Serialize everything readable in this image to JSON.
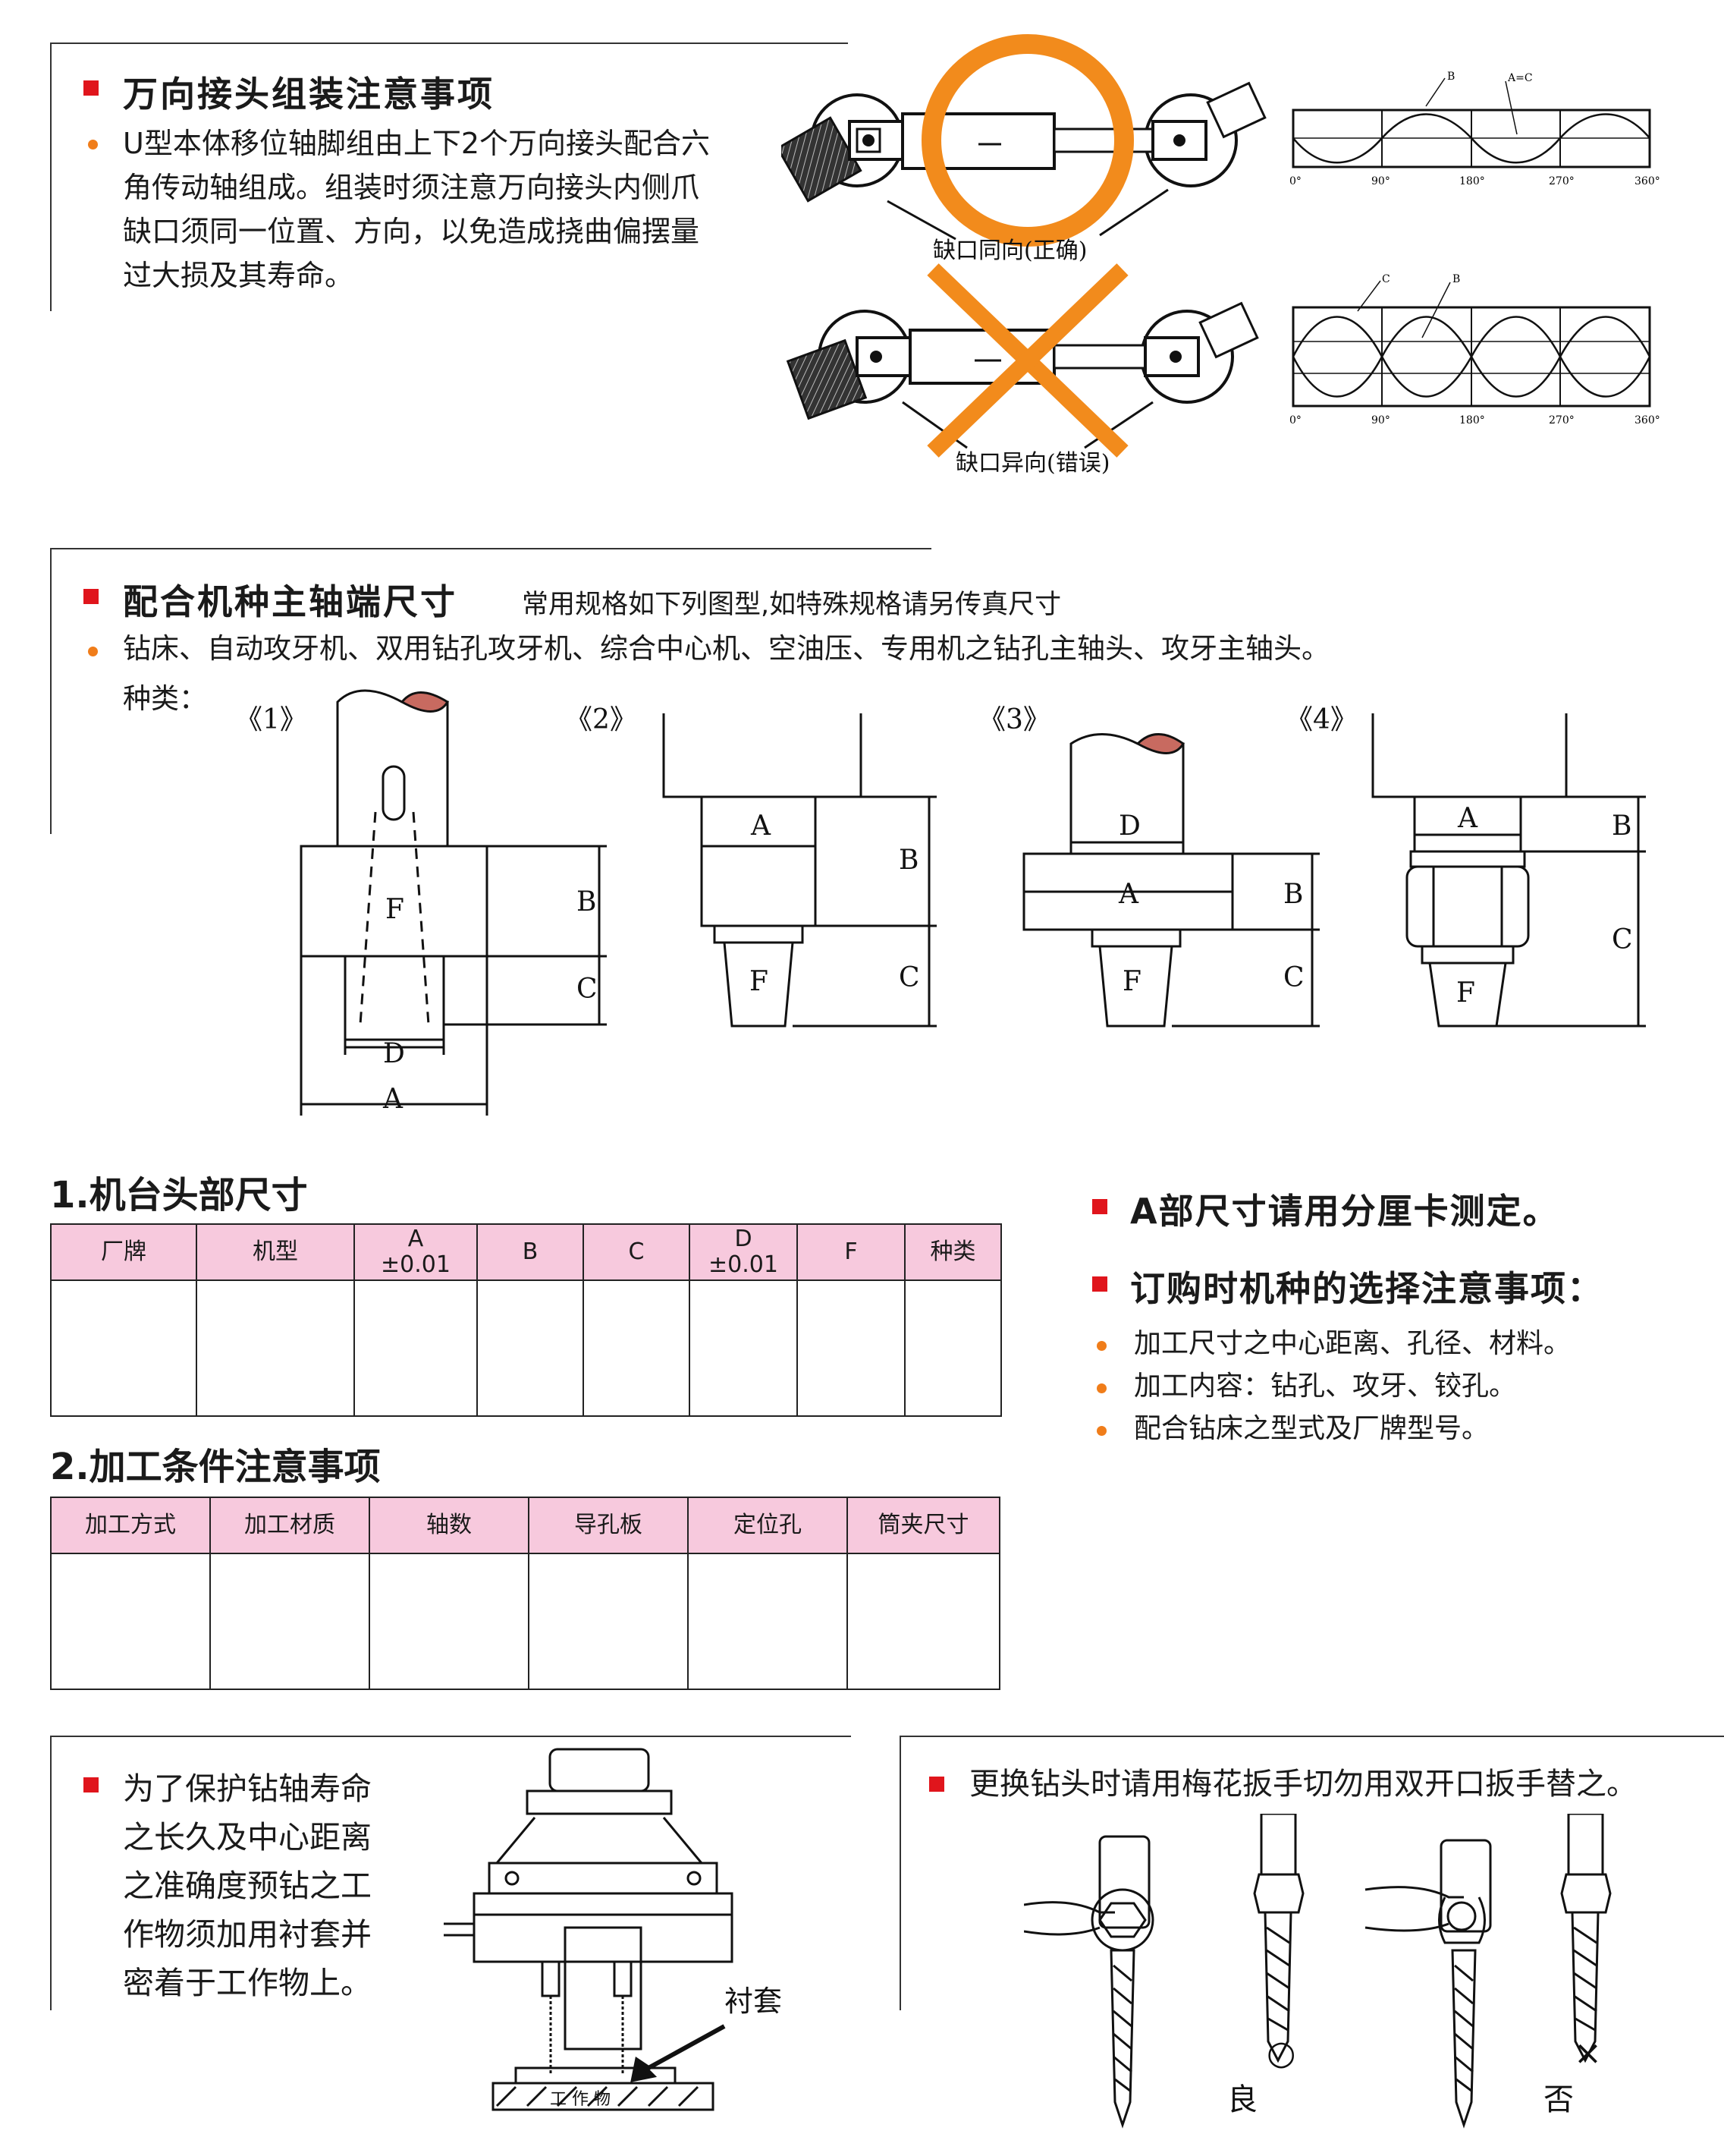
{
  "sec1": {
    "title": "万向接头组装注意事项",
    "lines": [
      "U型本体移位轴脚组由上下2个万向接头配合六",
      "角传动轴组成。组装时须注意万向接头内侧爪",
      "缺口须同一位置、方向，以免造成挠曲偏摆量",
      "过大损及其寿命。"
    ],
    "label_correct": "缺口同向(正确)",
    "label_wrong": "缺口异向(错误)",
    "wave_ticks": [
      "0°",
      "90°",
      "180°",
      "270°",
      "360°"
    ],
    "wave1_labels": [
      "B",
      "A=C"
    ],
    "wave2_labels": [
      "C",
      "B"
    ]
  },
  "sec2": {
    "title": "配合机种主轴端尺寸",
    "subtitle": "常用规格如下列图型,如特殊规格请另传真尺寸",
    "bullet": "钻床、自动攻牙机、双用钻孔攻牙机、综合中心机、空油压、专用机之钻孔主轴头、攻牙主轴头。",
    "types_label": "种类：",
    "types": [
      "《1》",
      "《2》",
      "《3》",
      "《4》"
    ],
    "dims": {
      "A": "A",
      "B": "B",
      "C": "C",
      "D": "D",
      "F": "F"
    }
  },
  "table1": {
    "title": "1.机台头部尺寸",
    "headers": [
      "厂牌",
      "机型",
      "A\n±0.01",
      "B",
      "C",
      "D\n±0.01",
      "F",
      "种类"
    ]
  },
  "table2": {
    "title": "2.加工条件注意事项",
    "headers": [
      "加工方式",
      "加工材质",
      "轴数",
      "导孔板",
      "定位孔",
      "筒夹尺寸"
    ]
  },
  "notes": {
    "a_note": "A部尺寸请用分厘卡测定。",
    "order_title": "订购时机种的选择注意事项：",
    "order_items": [
      "加工尺寸之中心距离、孔径、材料。",
      "加工内容：钻孔、攻牙、铰孔。",
      "配合钻床之型式及厂牌型号。"
    ]
  },
  "sec3": {
    "lines": [
      "为了保护钻轴寿命",
      "之长久及中心距离",
      "之准确度预钻之工",
      "作物须加用衬套并",
      "密着于工作物上。"
    ],
    "bushing_label": "衬套",
    "work_label": "工  作  物"
  },
  "sec4": {
    "text": "更换钻头时请用梅花扳手切勿用双开口扳手替之。",
    "good_label": "良",
    "bad_label": "否",
    "good_mark": "○",
    "bad_mark": "×"
  },
  "colors": {
    "red": "#e0151c",
    "orange": "#f07d1a",
    "pink": "#f7c9dd"
  }
}
